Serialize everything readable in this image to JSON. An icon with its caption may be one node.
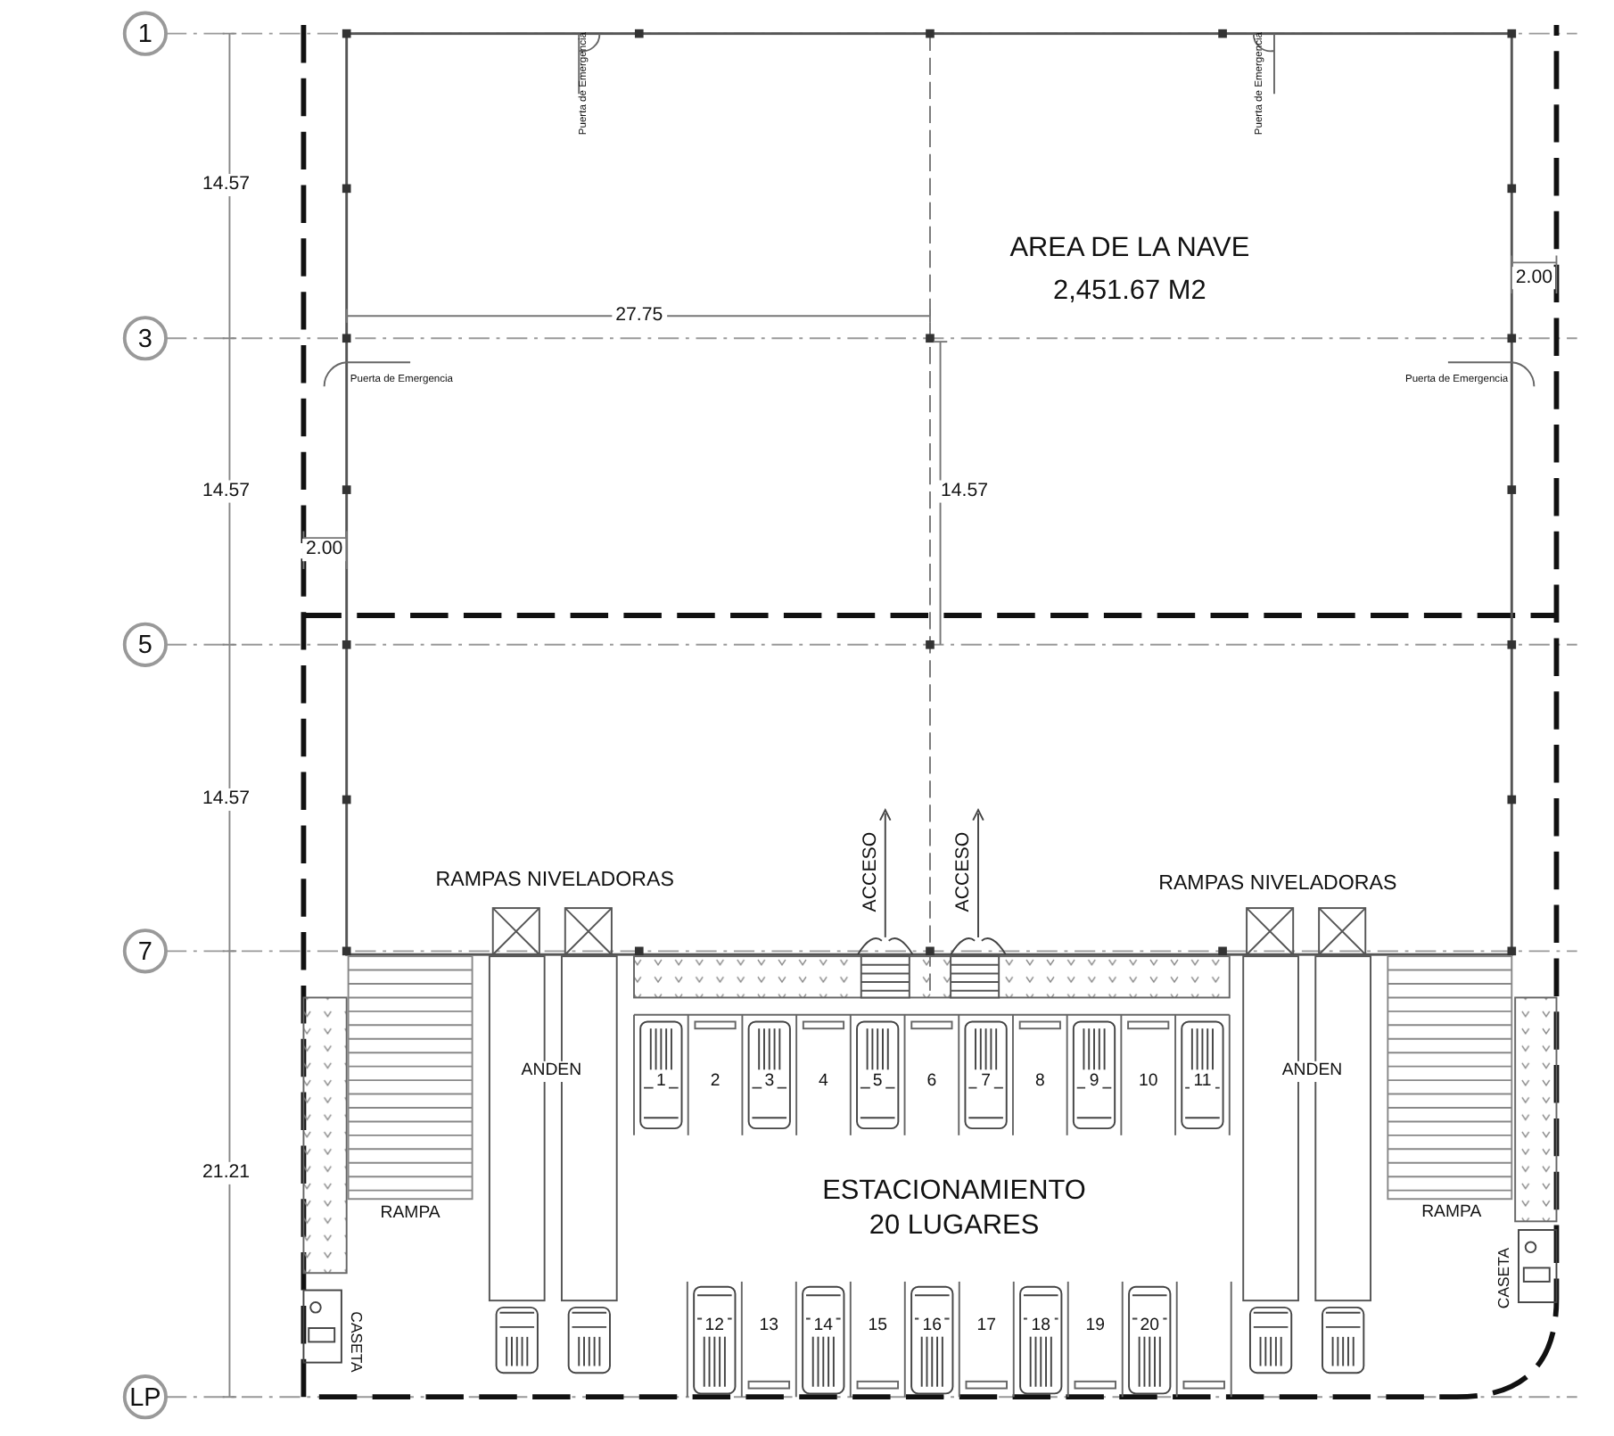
{
  "diagram": {
    "labels": [
      "1",
      "Puerta de Emergencia",
      "Puerta de Emergencia",
      "14.57",
      "AREA DE LA NAVE",
      "2,451.67 M2",
      "2.00",
      "27.75",
      "3",
      "Puerta de Emergencia",
      "Puerta de Emergencia",
      "14.57",
      "14.57",
      "2.00",
      "5",
      "14.57",
      "ACCESO",
      "ACCESO",
      "RAMPAS NIVELADORAS",
      "RAMPAS NIVELADORAS",
      "7",
      "ANDEN",
      "1",
      "2",
      "3",
      "4",
      "5",
      "6",
      "7",
      "8",
      "9",
      "10",
      "11",
      "ANDEN",
      "21.21",
      "ESTACIONAMIENTO",
      "20 LUGARES",
      "RAMPA",
      "RAMPA",
      "CASETA",
      "CASETA",
      "12",
      "13",
      "14",
      "15",
      "16",
      "17",
      "18",
      "19",
      "20",
      "LP"
    ]
  }
}
